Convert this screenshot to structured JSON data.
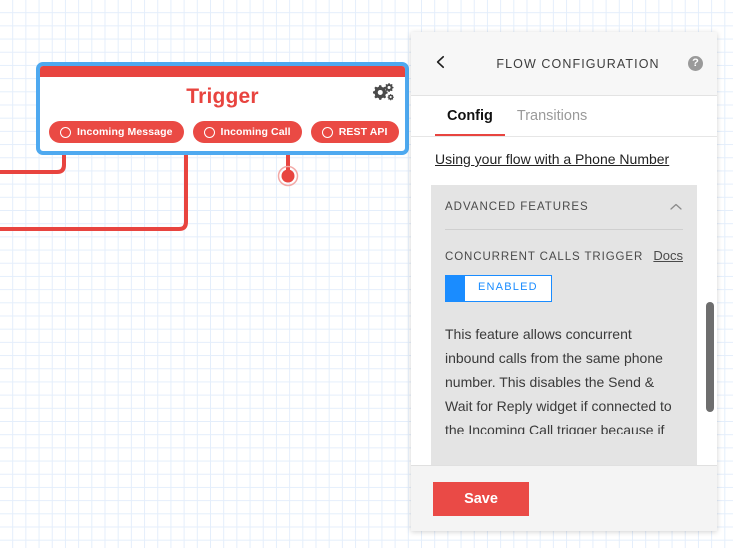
{
  "canvas": {
    "grid_color": "#e4eefb",
    "background": "#ffffff"
  },
  "trigger_widget": {
    "title": "Trigger",
    "accent_color": "#e8443f",
    "selected_border_color": "#4ea9f0",
    "settings_icon": "gears-icon",
    "pills": [
      {
        "label": "Incoming Message",
        "icon": "circle-outline-icon"
      },
      {
        "label": "Incoming Call",
        "icon": "circle-outline-icon"
      },
      {
        "label": "REST API",
        "icon": "circle-outline-icon"
      }
    ]
  },
  "panel": {
    "back_icon": "chevron-left-icon",
    "title": "FLOW CONFIGURATION",
    "help_icon": "question-mark-icon",
    "help_glyph": "?",
    "tabs": [
      {
        "label": "Config",
        "active": true
      },
      {
        "label": "Transitions",
        "active": false
      }
    ],
    "phone_number_link": "Using your flow with a Phone Number",
    "advanced": {
      "section_title": "ADVANCED FEATURES",
      "collapse_icon": "chevron-up-icon",
      "feature_name": "CONCURRENT CALLS TRIGGER",
      "docs_label": "Docs",
      "toggle_state": "ENABLED",
      "toggle_color": "#1a8cff",
      "description": "This feature allows concurrent inbound calls from the same phone number. This disables the Send & Wait for Reply widget if connected to the Incoming Call trigger because if the phone number is the same or"
    },
    "scrollbar": {
      "name": "vertical-scrollbar"
    },
    "save_label": "Save",
    "save_color": "#ea4a46"
  }
}
